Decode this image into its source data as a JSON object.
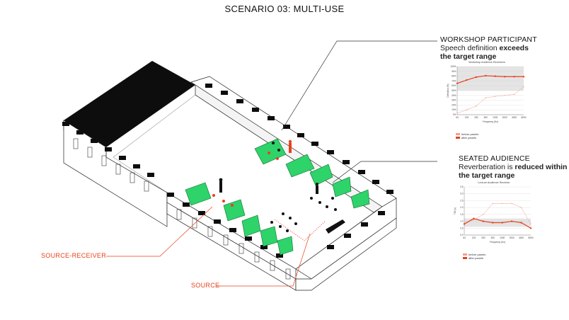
{
  "title": "SCENARIO 03: MULTI-USE",
  "callouts": {
    "workshop": {
      "heading": "WORKSHOP PARTICIPANT",
      "line1_pre": "Speech definition ",
      "line1_bold": "exceeds",
      "line2_bold": "the target range"
    },
    "seated": {
      "heading": "SEATED AUDIENCE",
      "line1_pre": "Reverberation is ",
      "line1_bold": "reduced within",
      "line2_bold": "the target range"
    }
  },
  "labels": {
    "source_receiver": "SOURCE-RECEIVER",
    "source": "SOURCE"
  },
  "colors": {
    "accent_red": "#e8401c",
    "panel_green": "#2ed36a",
    "wall_black": "#0d0d0d",
    "before_line": "#f2a08e"
  },
  "chart_data": [
    {
      "type": "line",
      "title": "Workshop Audience Receivers",
      "xlabel": "Frequency (Hz)",
      "ylabel": "Definition (%)",
      "categories": [
        "63",
        "125",
        "250",
        "500",
        "1000",
        "2000",
        "4000",
        "8000"
      ],
      "ylim": [
        0,
        100
      ],
      "yticks": [
        "0%",
        "10%",
        "20%",
        "30%",
        "40%",
        "50%",
        "60%",
        "70%",
        "80%",
        "90%",
        "100%"
      ],
      "target_band": [
        50,
        100
      ],
      "series": [
        {
          "name": "before panels",
          "values": [
            3,
            10,
            18,
            35,
            38,
            40,
            42,
            58
          ]
        },
        {
          "name": "after panels",
          "values": [
            65,
            72,
            78,
            81,
            80,
            79,
            79,
            79
          ]
        }
      ],
      "legend": [
        "before panels",
        "after panels"
      ],
      "legend_position": "bottom"
    },
    {
      "type": "line",
      "title": "Lecture Audience Receiver",
      "xlabel": "Frequency (Hz)",
      "ylabel": "T30 (s)",
      "categories": [
        "63",
        "125",
        "250",
        "500",
        "1000",
        "2000",
        "4000",
        "8000"
      ],
      "ylim": [
        0.0,
        3.5
      ],
      "yticks": [
        "0.0",
        "0.5",
        "1.0",
        "1.5",
        "2.0",
        "2.5",
        "3.0",
        "3.5"
      ],
      "target_band": [
        0.6,
        1.2
      ],
      "series": [
        {
          "name": "before panels",
          "values": [
            0.9,
            1.1,
            1.5,
            2.3,
            2.3,
            2.3,
            2.0,
            0.8
          ]
        },
        {
          "name": "after panels",
          "values": [
            0.8,
            1.2,
            1.0,
            0.9,
            0.9,
            1.0,
            0.9,
            0.5
          ]
        }
      ],
      "legend": [
        "before panels",
        "after panels"
      ],
      "legend_position": "bottom"
    }
  ]
}
